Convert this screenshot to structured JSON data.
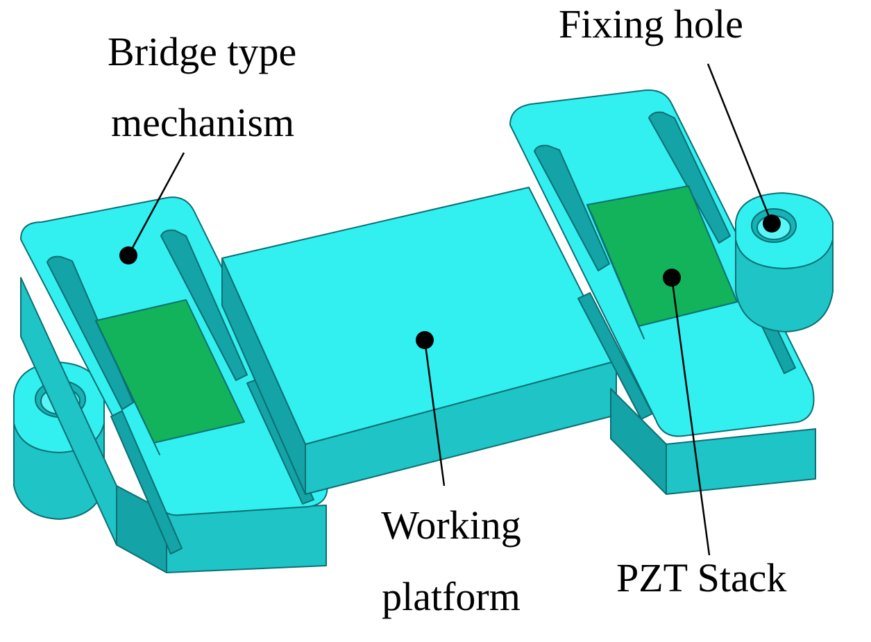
{
  "labels": {
    "bridge_line1": "Bridge type",
    "bridge_line2": "mechanism",
    "fixing_hole": "Fixing hole",
    "working_line1": "Working",
    "working_line2": "platform",
    "pzt_stack": "PZT Stack"
  },
  "colors": {
    "body_top": "#33f0f0",
    "body_side": "#1fc4c6",
    "body_dark": "#14a3a6",
    "body_edge": "#0b6f73",
    "pzt_top": "#12b35a",
    "pzt_side": "#0e8a47",
    "leader": "#000000"
  }
}
